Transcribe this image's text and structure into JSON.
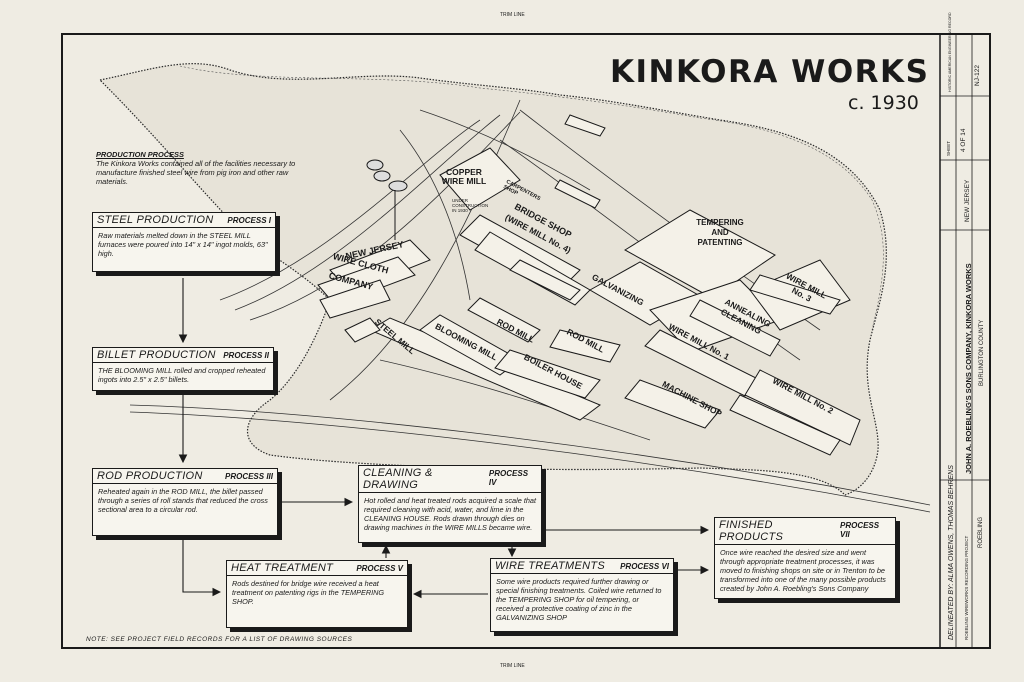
{
  "title": {
    "main": "KINKORA WORKS",
    "date": "c. 1930"
  },
  "intro": {
    "heading": "PRODUCTION PROCESS",
    "text": "The Kinkora Works contained all of the facilities necessary to manufacture finished steel wire from pig iron and other raw materials."
  },
  "processes": [
    {
      "title": "STEEL PRODUCTION",
      "process": "PROCESS I",
      "text": "Raw materials melted down in the STEEL MILL furnaces were poured into 14\" x 14\" ingot molds, 63\" high."
    },
    {
      "title": "BILLET PRODUCTION",
      "process": "PROCESS II",
      "text": "THE BLOOMING MILL rolled and cropped reheated ingots into 2.5\" x 2.5\" billets."
    },
    {
      "title": "ROD PRODUCTION",
      "process": "PROCESS III",
      "text": "Reheated again in the ROD MILL, the billet passed through a series of roll stands that reduced the cross sectional area to a circular rod."
    },
    {
      "title": "CLEANING & DRAWING",
      "process": "PROCESS IV",
      "text": "Hot rolled and heat treated rods acquired a scale that required cleaning with acid, water, and lime in the CLEANING HOUSE. Rods drawn through dies on drawing machines in the WIRE MILLS became wire."
    },
    {
      "title": "HEAT TREATMENT",
      "process": "PROCESS V",
      "text": "Rods destined for bridge wire received a heat treatment on patenting rigs in the TEMPERING SHOP."
    },
    {
      "title": "WIRE TREATMENTS",
      "process": "PROCESS VI",
      "text": "Some wire products required further drawing or special finishing treatments. Coiled wire returned to the TEMPERING SHOP for oil tempering, or received a protective coating of zinc in the GALVANIZING SHOP"
    },
    {
      "title": "FINISHED PRODUCTS",
      "process": "PROCESS VII",
      "text": "Once wire reached the desired size and went through appropriate treatment processes, it was moved to finishing shops on site or in Trenton to be transformed into one of the many possible products created by John A. Roebling's Sons Company"
    }
  ],
  "buildings": {
    "copper_wire_mill": "COPPER WIRE MILL",
    "under_construction": "UNDER CONSTRUCTION IN 1930",
    "carpenters_shop": "CARPENTERS SHOP",
    "tempering": "TEMPERING AND PATENTING",
    "bridge_shop": "BRIDGE SHOP",
    "wire_mill_4": "(WIRE MILL No. 4)",
    "new_jersey": "NEW JERSEY",
    "wire_cloth": "WIRE CLOTH",
    "company": "COMPANY",
    "galvanizing": "GALVANIZING",
    "wire_mill_3": "WIRE MILL No. 3",
    "annealing": "ANNEALING",
    "cleaning": "CLEANING",
    "rod_mill_a": "ROD MILL",
    "rod_mill_b": "ROD MILL",
    "wire_mill_1": "WIRE MILL No. 1",
    "steel_mill": "STEEL MILL",
    "blooming_mill": "BLOOMING MILL",
    "boiler_house": "BOILER HOUSE",
    "machine_shop": "MACHINE SHOP",
    "wire_mill_2": "WIRE MILL No. 2"
  },
  "note": "NOTE: SEE PROJECT FIELD RECORDS FOR A LIST OF DRAWING SOURCES",
  "title_block": {
    "project": "JOHN A. ROEBLING'S SONS COMPANY, KINKORA WORKS",
    "location": "BURLINGTON COUNTY",
    "state": "NEW JERSEY",
    "sheet": "SHEET",
    "sheet_number": "4 OF 14",
    "haer": "HISTORIC AMERICAN ENGINEERING RECORD",
    "haer_number": "NJ-122",
    "delineated": "DELINEATED BY: ALMA OWENS, THOMAS BEHRENS",
    "recording": "ROEBLING WIREWORKS RECORDING PROJECT",
    "town": "ROEBLING"
  },
  "margin_text": {
    "top": "TRIM LINE",
    "bottom": "TRIM LINE"
  }
}
